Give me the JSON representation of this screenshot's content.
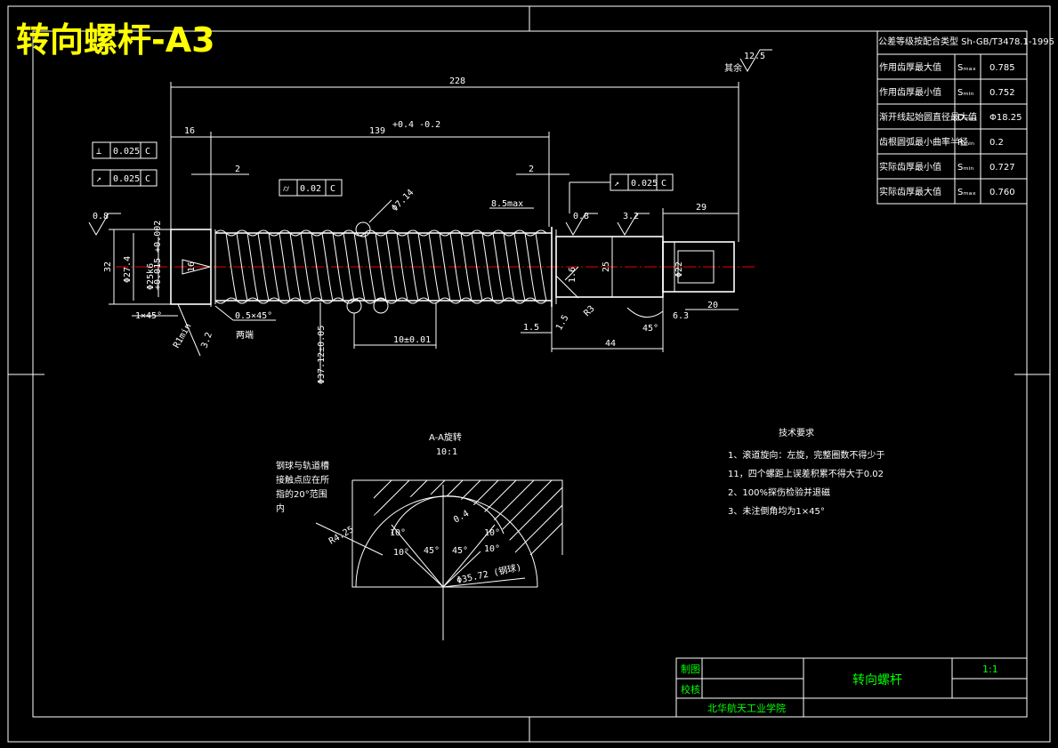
{
  "title": "转向螺杆-A3",
  "dimensions": {
    "overall_length": "228",
    "left_len": "16",
    "thread_len": "139",
    "thread_tol": "+0.4\n-0.2",
    "gap_left": "2",
    "gap_right": "2",
    "right_len": "29",
    "end_len": "20",
    "dia_outer": "32",
    "dia_major": "Φ27.4",
    "dia_shaft": "Φ25k6",
    "dia_shaft_tol": "+0.015\n+0.002",
    "dia_ball": "Φ7.14",
    "pitch_dia": "Φ37.12±0.05",
    "pitch": "10±0.01",
    "chamfer_left": "1×45°",
    "chamfer_small": "0.5×45°",
    "both_ends": "两端",
    "r_min": "R1min",
    "r_3_2": "3.2",
    "d16": "16",
    "d25": "25",
    "d22": "Φ22",
    "d44": "44",
    "d15": "1.5",
    "d63": "6.3",
    "angle45": "45°",
    "r15": "1.5",
    "r03": "R3",
    "v16": "1.6",
    "smax": "8.5max",
    "rough_08a": "0.8",
    "rough_08b": "0.8",
    "rough_32": "3.2",
    "rough_other": "12.5",
    "rough_other_label": "其余"
  },
  "tolerances": {
    "perp": {
      "value": "0.025",
      "ref": "C"
    },
    "runout": {
      "value": "0.025",
      "ref": "C"
    },
    "cyl": {
      "value": "0.02",
      "ref": "C"
    },
    "runout_r": {
      "value": "0.025",
      "ref": "C"
    }
  },
  "params_table": {
    "header": "公差等级按配合类型 Sh-GB/T3478.1-1995",
    "rows": [
      {
        "label": "作用齿厚最大值",
        "sym": "Sₘₐₓ",
        "val": "0.785"
      },
      {
        "label": "作用齿厚最小值",
        "sym": "Sₘᵢₙ",
        "val": "0.752"
      },
      {
        "label": "渐开线起始圆直径最大值",
        "sym": "Dₘₐₓ",
        "val": "Φ18.25"
      },
      {
        "label": "齿根圆弧最小曲率半径",
        "sym": "Rₘᵢₙ",
        "val": "0.2"
      },
      {
        "label": "实际齿厚最小值",
        "sym": "Sₘᵢₙ",
        "val": "0.727"
      },
      {
        "label": "实际齿厚最大值",
        "sym": "Sₘₐₓ",
        "val": "0.760"
      }
    ]
  },
  "section_view": {
    "title": "A-A旋转",
    "scale": "10:1",
    "note": [
      "钢球与轨道槽",
      "接触点应在所",
      "指的20°范围",
      "内"
    ],
    "r_label": "R4.25",
    "d04": "0.4",
    "a10a": "10°",
    "a10b": "10°",
    "a10c": "10°",
    "a10d": "10°",
    "a45a": "45°",
    "a45b": "45°",
    "dia": "Φ35.72 (钢球)"
  },
  "tech_req": {
    "title": "技术要求",
    "items": [
      "1、滚道旋向：左旋，完整圈数不得少于",
      "11，四个螺距上误差积累不得大于0.02",
      "2、100%探伤检验并退磁",
      "3、未注倒角均为1×45°"
    ]
  },
  "title_block": {
    "draw_label": "制图",
    "check_label": "校核",
    "part_name": "转向螺杆",
    "scale": "1:1",
    "school": "北华航天工业学院"
  }
}
